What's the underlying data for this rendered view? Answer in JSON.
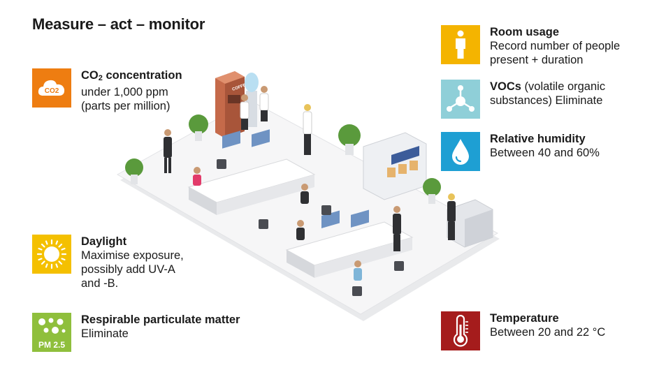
{
  "title": "Measure – act – monitor",
  "colors": {
    "co2": "#ee7d11",
    "daylight": "#f4c000",
    "pm": "#8fbf3c",
    "room": "#f4b400",
    "vocs": "#8fcfd8",
    "humidity": "#1e9fd3",
    "temperature": "#a51c1c"
  },
  "items": {
    "co2": {
      "icon": "cloud-co2-icon",
      "icon_label": "CO2",
      "heading_main": "CO",
      "heading_sub": "2",
      "heading_rest": " concentration",
      "line1": "under 1,000 ppm",
      "line2": "(parts per million)"
    },
    "daylight": {
      "icon": "sun-icon",
      "heading": "Daylight",
      "line1": "Maximise exposure,",
      "line2": "possibly add UV-A",
      "line3": "and -B."
    },
    "pm": {
      "icon": "particles-icon",
      "icon_label": "PM 2.5",
      "heading": "Respirable particulate matter",
      "line1": "Eliminate"
    },
    "room": {
      "icon": "person-icon",
      "heading": "Room usage",
      "line1": "Record number of people",
      "line2": "present + duration"
    },
    "vocs": {
      "icon": "molecule-icon",
      "heading": "VOCs",
      "heading_rest": " (volatile organic",
      "line2": "substances) Eliminate"
    },
    "humidity": {
      "icon": "water-drop-icon",
      "heading": "Relative humidity",
      "line1": "Between 40 and 60%"
    },
    "temperature": {
      "icon": "thermometer-icon",
      "heading": "Temperature",
      "line1": "Between 20 and 22 °C"
    }
  },
  "scene": {
    "coffee_label": "COFFEE"
  }
}
